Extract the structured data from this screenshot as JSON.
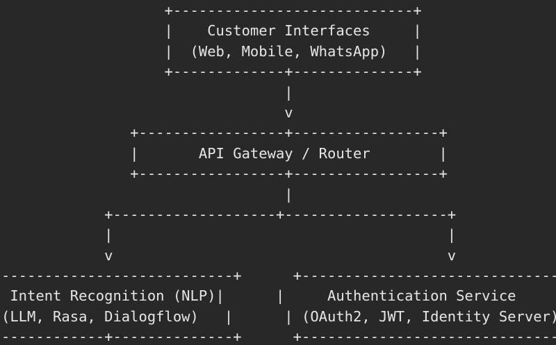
{
  "diagram": {
    "lines": [
      "                   +----------------------------+",
      "                   |    Customer Interfaces     |",
      "                   |  (Web, Mobile, WhatsApp)   |",
      "                   +-------------+--------------+",
      "                                 |",
      "                                 v",
      "               +-----------------+-----------------+",
      "               |       API Gateway / Router        |",
      "               +-----------------+-----------------+",
      "                                 |",
      "            +-------------------+-------------------+",
      "            |                                       |",
      "            v                                       v",
      "---------------------------+      +------------------------------------",
      " Intent Recognition (NLP)|      |     Authentication Service",
      "(LLM, Rasa, Dialogflow)   |      | (OAuth2, JWT, Identity Server)",
      "------------+--------------+      +------------------------------------"
    ]
  }
}
